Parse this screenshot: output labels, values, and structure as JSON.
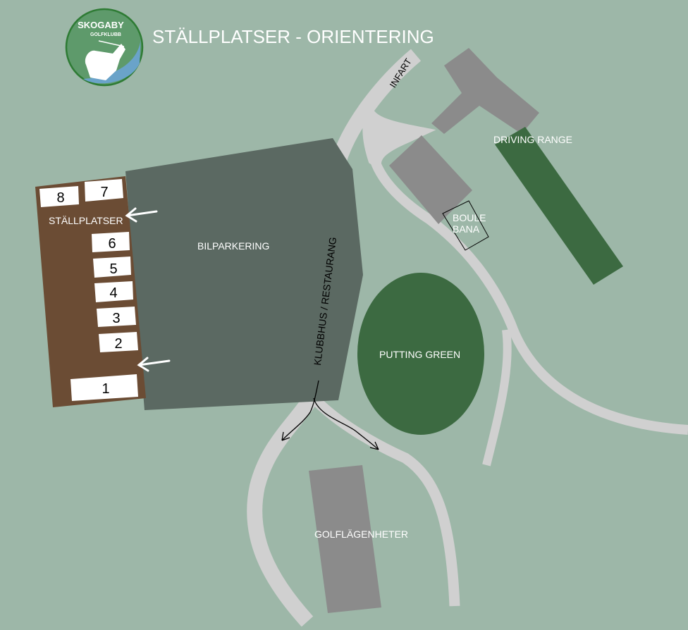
{
  "title": "STÄLLPLATSER - ORIENTERING",
  "logo": {
    "name": "SKOGABY",
    "sub": "GOLFKLUBB"
  },
  "labels": {
    "infart": "INFART",
    "driving_range": "DRIVING RANGE",
    "boule": "BOULE",
    "bana": "BANA",
    "bilparkering": "BILPARKERING",
    "stallplatser": "STÄLLPLATSER",
    "klubbhus": "KLUBBHUS / RESTAURANG",
    "putting_green": "PUTTING GREEN",
    "golflagenheter": "GOLFLÄGENHETER"
  },
  "stalls": [
    "1",
    "2",
    "3",
    "4",
    "5",
    "6",
    "7",
    "8"
  ],
  "colors": {
    "background": "#9db7a8",
    "stall_area": "#6b4c34",
    "parking": "#5b6962",
    "green": "#3c6a41",
    "building": "#8b8b8b",
    "road": "#d0d0d0"
  }
}
